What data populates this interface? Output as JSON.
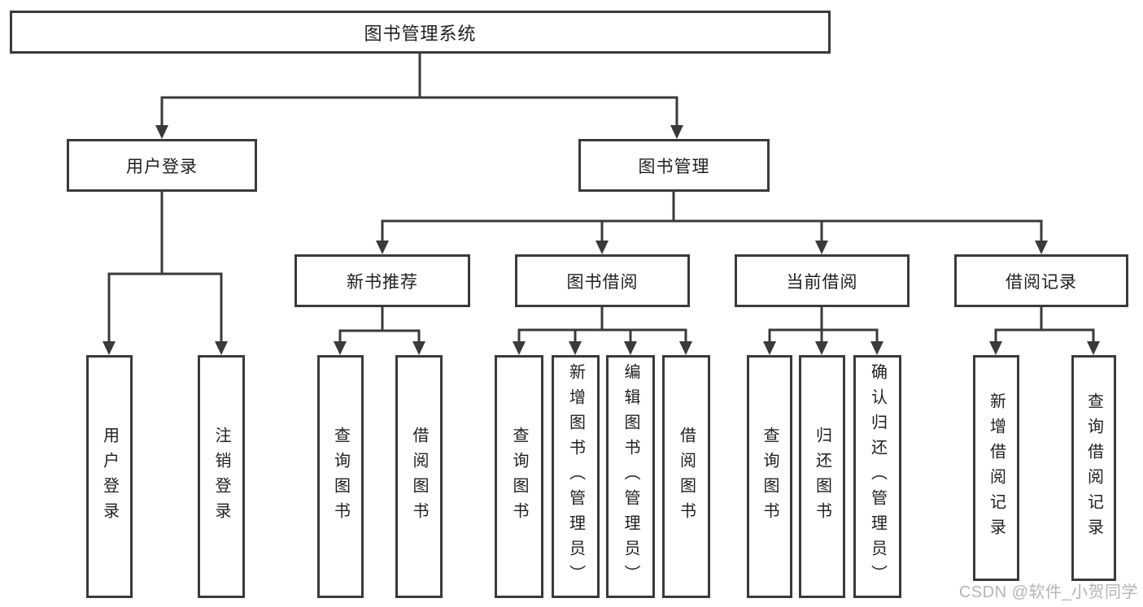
{
  "nodes": {
    "root": "图书管理系统",
    "login": "用户登录",
    "mgmt": "图书管理",
    "login_children": [
      "用户登录",
      "注销登录"
    ],
    "groups": [
      {
        "label": "新书推荐",
        "children": [
          "查询图书",
          "借阅图书"
        ]
      },
      {
        "label": "图书借阅",
        "children": [
          "查询图书",
          "新增图书（管理员）",
          "编辑图书（管理员）",
          "借阅图书"
        ]
      },
      {
        "label": "当前借阅",
        "children": [
          "查询图书",
          "归还图书",
          "确认归还（管理员）"
        ]
      },
      {
        "label": "借阅记录",
        "children": [
          "新增借阅记录",
          "查询借阅记录"
        ]
      }
    ]
  },
  "watermark": "CSDN @软件_小贺同学",
  "colors": {
    "line": "#3a3a3a",
    "text": "#1f1f1f",
    "watermark": "#b4b4b4",
    "bg": "#ffffff"
  }
}
